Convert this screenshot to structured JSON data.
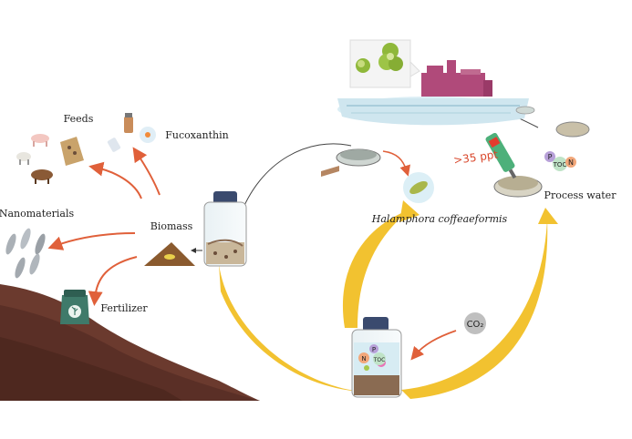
{
  "labels": {
    "feeds": "Feeds",
    "fucoxanthin": "Fucoxanthin",
    "nanomaterials": "Nanomaterials",
    "biomass": "Biomass",
    "fertilizer": "Fertilizer",
    "species": "Halamphora coffeaeformis",
    "process_water": "Process water",
    "salinity": ">35 ppt",
    "co2": "CO₂"
  },
  "badges": {
    "p": "P",
    "n": "N",
    "toc": "TOC"
  },
  "colors": {
    "cycle_arrow": "#f2c230",
    "product_arrow": "#e0603a",
    "soil": "#6b3a2e",
    "factory": "#b04a7a",
    "water": "#cfe6ef",
    "salinity_text": "#d9472b"
  }
}
